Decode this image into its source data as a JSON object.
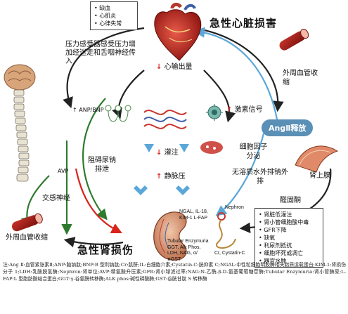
{
  "top_box": {
    "items": [
      "• 缺血",
      "• 心肌炎",
      "• 心律失常"
    ]
  },
  "titles": {
    "acute_heart": "急性心脏损害",
    "acute_kidney": "急性肾损伤"
  },
  "left_top_text": "压力感受器感受压力增加经迷走和舌咽神经传入",
  "cardiac_output": "心输出量",
  "anp_bnp": "ANP/BNP",
  "hormone_signal": "激素信号",
  "peripheral_vessel_top": "外周血管收缩",
  "ang2_release": "AngⅡ释放",
  "natriuresis": "阻碍尿钠排泄",
  "perfusion": "灌注",
  "venous_pressure": "静脉压",
  "cytokines": "细胞因子分泌",
  "free_water": "无溶质水外排钠外排",
  "adrenal": "肾上腺",
  "aldosterone": "醛固酮",
  "avp": "AVP",
  "sympathetic": "交感神经",
  "peripheral_vessel_bottom": "外周血管收缩",
  "kidney_labels": {
    "ngal": "NGAL, IL-18, KIM-1 L-FAP",
    "nephron": "Nephron",
    "tubular": "Tubular Enzymuria GGT, Alk Phos, LDH, NAG, α/πGST",
    "cr": "Cr, Cystatin-C"
  },
  "right_box": {
    "items": [
      "• 肾脏低灌注",
      "• 肾小管细胞酸中毒",
      "• GFR下降",
      "• 缺氧",
      "• 利尿剂抵抗",
      "• 细胞坏死或凋亡",
      "• 器官水肿"
    ]
  },
  "footnote": "注:Ang Ⅱ:血管紧张素Ⅱ;ANP:脑钠肽;BNP:B 型利钠肽;Cr:肌酐;IL:白细胞介素;Cystatin-C:胱抑素 C;NGAL:中性粒细胞明胶酶相关脂质运载蛋白;KIM-1:肾损伤分子 1;LDH:乳酸脱氢酶;Nephron:肾单位;AVP:精氨酸升压素;GFR:肾小球滤过率;NAG:N-乙酰-β-D-氨基葡萄糖苷酶;Tubular Enzymuria:肾小管酶尿;L-FAP:L 型脂肪酸结合蛋白;GGT:γ-谷氨酰转移酶;ALK phos:碱性磷酸酶;GST:谷胱甘肽 S 转移酶",
  "colors": {
    "red": "#d9241c",
    "green": "#2e7a2e",
    "blue": "#5aa7d8",
    "dark": "#222222",
    "ang_box": "#5a8fb6"
  },
  "icons": [
    "heart-icon",
    "brain-spine-icon",
    "blood-vessel-icon",
    "kidney-icon",
    "adrenal-icon",
    "neuron-icon",
    "capillary-icon",
    "virus-icon"
  ]
}
